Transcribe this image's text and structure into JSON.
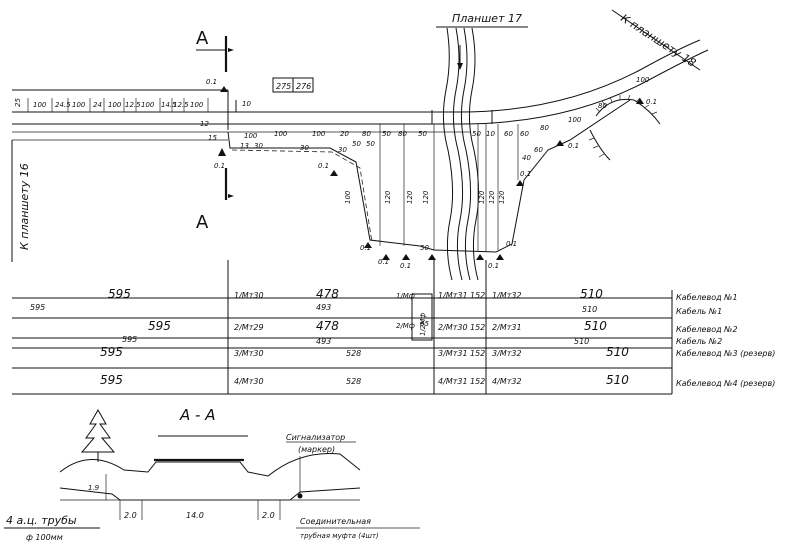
{
  "header": {
    "sheet_top": "Планшет 17",
    "sheet_left": "К планшету 16",
    "sheet_right": "К планшету 18",
    "sheet_tags": [
      "275",
      "276"
    ]
  },
  "section_marks": {
    "top": "А",
    "bottom": "А",
    "section_title": "А - А"
  },
  "rows": [
    {
      "name": "Кабелевод №1",
      "left": "595",
      "mid_marker": "1/Мт30",
      "mid_value": "478",
      "marker_2": "1/Мт31",
      "marker_2_value": "152",
      "marker_3": "1/Мт32",
      "right": "510"
    },
    {
      "name": "Кабель №1",
      "left": "595",
      "mid_value": "493",
      "right": "510"
    },
    {
      "name": "Кабелевод №2",
      "left": "595",
      "mid_marker": "2/Мт29",
      "mid_value": "478",
      "marker_2": "2/Мт30",
      "marker_2_value": "152",
      "marker_3": "2/Мт31",
      "right": "510"
    },
    {
      "name": "Кабель №2",
      "left": "595",
      "mid_value": "493",
      "right": "510"
    },
    {
      "name": "Кабелевод №3 (резерв)",
      "left": "595",
      "mid_marker": "3/Мт30",
      "mid_value": "528",
      "marker_2": "3/Мт31",
      "marker_2_value": "152",
      "marker_3": "3/Мт32",
      "right": "510"
    },
    {
      "name": "Кабелевод №4 (резерв)",
      "left": "595",
      "mid_marker": "4/Мт30",
      "mid_value": "528",
      "marker_2": "4/Мт31",
      "marker_2_value": "152",
      "marker_3": "4/Мт32",
      "right": "510"
    }
  ],
  "small_labels": {
    "mufta_1": "1/Мф",
    "mufta_2": "2/Мф",
    "mufta_box": "1/2Мф"
  },
  "plan_dims": {
    "top_strip": [
      "100",
      "24.5",
      "100",
      "24",
      "100",
      "12.5",
      "100",
      "14.5",
      "12.5",
      "100",
      "10"
    ],
    "top_strip_height": "25",
    "lower_strip": [
      "100",
      "100",
      "100",
      "20",
      "80",
      "50",
      "80",
      "50",
      "50",
      "10",
      "60",
      "60",
      "80",
      "100",
      "80",
      "100"
    ],
    "verticals": [
      "100",
      "120",
      "120",
      "120",
      "120",
      "120",
      "120"
    ],
    "small": [
      "15",
      "13",
      "30",
      "30",
      "30",
      "40",
      "50",
      "50",
      "60",
      "50",
      "65",
      "12"
    ],
    "angles": [
      "0.1"
    ]
  },
  "section": {
    "height": "1.9",
    "widths": [
      "2.0",
      "14.0",
      "2.0"
    ],
    "signal_label": "Сигнализатор",
    "signal_note": "(маркер)",
    "pipes_label": "4 а.ц. трубы",
    "pipes_diam": "ф 100мм",
    "coupling_label": "Соединительная",
    "coupling_note": "трубная муфта (4шт)"
  }
}
